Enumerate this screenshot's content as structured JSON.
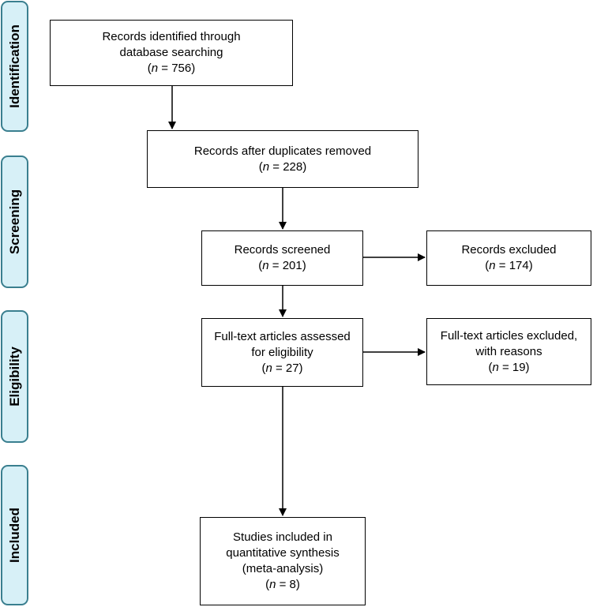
{
  "colors": {
    "stage_fill": "#d7f0f7",
    "stage_border": "#3a7f8f",
    "box_border": "#000000",
    "arrow": "#000000"
  },
  "stages": {
    "identification": "Identification",
    "screening": "Screening",
    "eligibility": "Eligibility",
    "included": "Included"
  },
  "boxes": {
    "identified": {
      "lines": [
        "Records identified through",
        "database searching"
      ],
      "n_symbol": "n",
      "n_value": " = 756)"
    },
    "after_duplicates": {
      "lines": [
        "Records after duplicates removed"
      ],
      "n_symbol": "n",
      "n_value": " = 228)"
    },
    "screened": {
      "lines": [
        "Records screened"
      ],
      "n_symbol": "n",
      "n_value": " = 201)"
    },
    "excluded": {
      "lines": [
        "Records excluded"
      ],
      "n_symbol": "n",
      "n_value": " = 174)"
    },
    "fulltext_assessed": {
      "lines": [
        "Full-text articles assessed",
        "for eligibility"
      ],
      "n_symbol": "n",
      "n_value": " = 27)"
    },
    "fulltext_excluded": {
      "lines": [
        "Full-text articles excluded,",
        "with reasons"
      ],
      "n_symbol": "n",
      "n_value": " = 19)"
    },
    "included": {
      "lines": [
        "Studies included in",
        "quantitative synthesis",
        "(meta-analysis)"
      ],
      "n_symbol": "n",
      "n_value": " = 8)"
    }
  }
}
